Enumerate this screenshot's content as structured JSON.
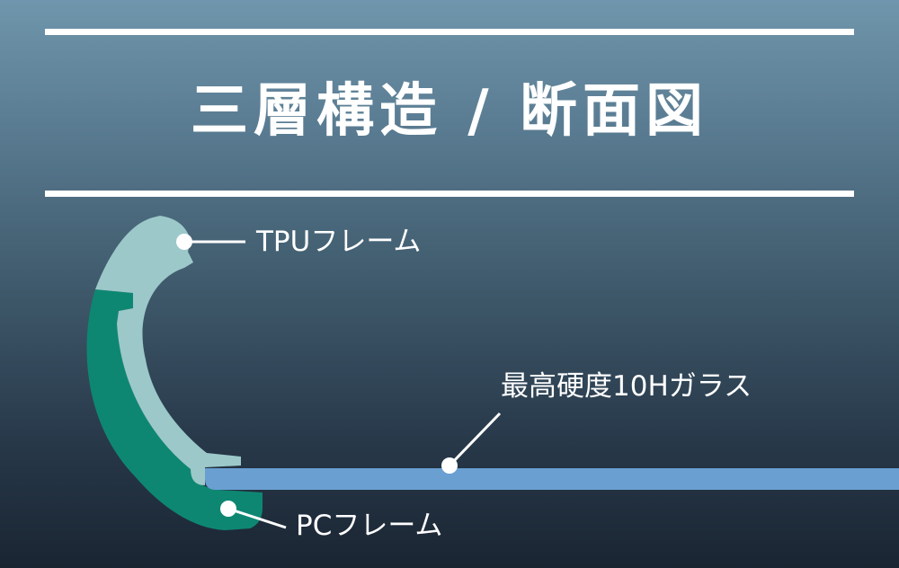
{
  "title": "三層構造 / 断面図",
  "labels": {
    "tpu": "TPUフレーム",
    "glass": "最高硬度10Hガラス",
    "pc": "PCフレーム"
  },
  "colors": {
    "tpu": "#9cc8c9",
    "pc": "#0e8772",
    "glass": "#6a9fd2",
    "lines": "#ffffff"
  }
}
